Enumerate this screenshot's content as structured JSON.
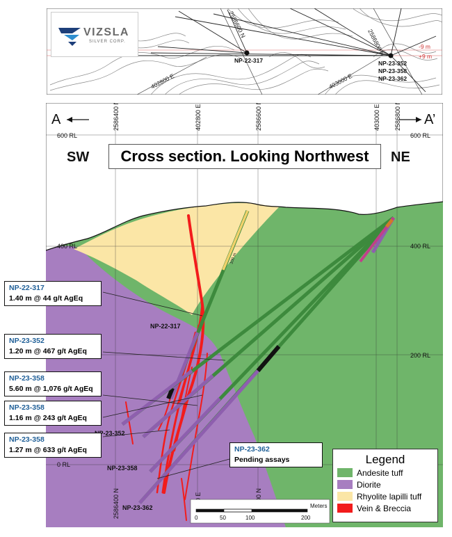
{
  "logo": {
    "name": "VIZSLA",
    "sub": "SILVER CORP."
  },
  "plan_map": {
    "grid_labels": [
      "2586800 N",
      "2586600 N",
      "402800 E",
      "403000 E"
    ],
    "offset_labels": [
      "-9 m",
      "+9 m"
    ],
    "collar_labels": {
      "left": "NP-22-317",
      "right": [
        "NP-23-352",
        "NP-23-358",
        "NP-23-362"
      ]
    }
  },
  "section": {
    "title": "Cross section. Looking Northwest",
    "end_left": "A",
    "end_right": "A’",
    "dir_left": "SW",
    "dir_right": "NE",
    "rl_left": [
      "600 RL",
      "400 RL",
      "0 RL"
    ],
    "rl_right": [
      "600 RL",
      "400 RL",
      "200 RL"
    ],
    "top_grid_labels": [
      "2586400 N",
      "402800 E",
      "2586600 N",
      "403000 E",
      "2586800 N"
    ],
    "bottom_grid_labels": [
      "2586400 N",
      "402800 E",
      "2586600 N"
    ],
    "hole_labels": [
      "NP-22-317",
      "NP-23-352",
      "NP-23-358",
      "NP-23-362"
    ],
    "depth_label": "100 m"
  },
  "callouts": [
    {
      "hole": "NP-22-317",
      "assay": "1.40 m @ 44 g/t AgEq"
    },
    {
      "hole": "NP-23-352",
      "assay": "1.20 m @ 467 g/t AgEq"
    },
    {
      "hole": "NP-23-358",
      "assay": "5.60 m @ 1,076 g/t AgEq"
    },
    {
      "hole": "NP-23-358",
      "assay": "1.16 m @ 243 g/t AgEq"
    },
    {
      "hole": "NP-23-358",
      "assay": "1.27 m @ 633 g/t AgEq"
    },
    {
      "hole": "NP-23-362",
      "assay": "Pending assays"
    }
  ],
  "scale_bar": {
    "unit": "Meters",
    "ticks": [
      "0",
      "50",
      "100",
      "200"
    ]
  },
  "legend": {
    "title": "Legend",
    "items": [
      {
        "label": "Andesite tuff",
        "color": "#6fb56a"
      },
      {
        "label": "Diorite",
        "color": "#a77ec0"
      },
      {
        "label": "Rhyolite lapilli tuff",
        "color": "#fbe6a6"
      },
      {
        "label": "Vein & Breccia",
        "color": "#f21c1c"
      }
    ]
  },
  "colors": {
    "andesite": "#6fb56a",
    "diorite": "#a77ec0",
    "rhyolite": "#fbe6a6",
    "vein": "#f21c1c",
    "callout_hole": "#1f5f97"
  }
}
